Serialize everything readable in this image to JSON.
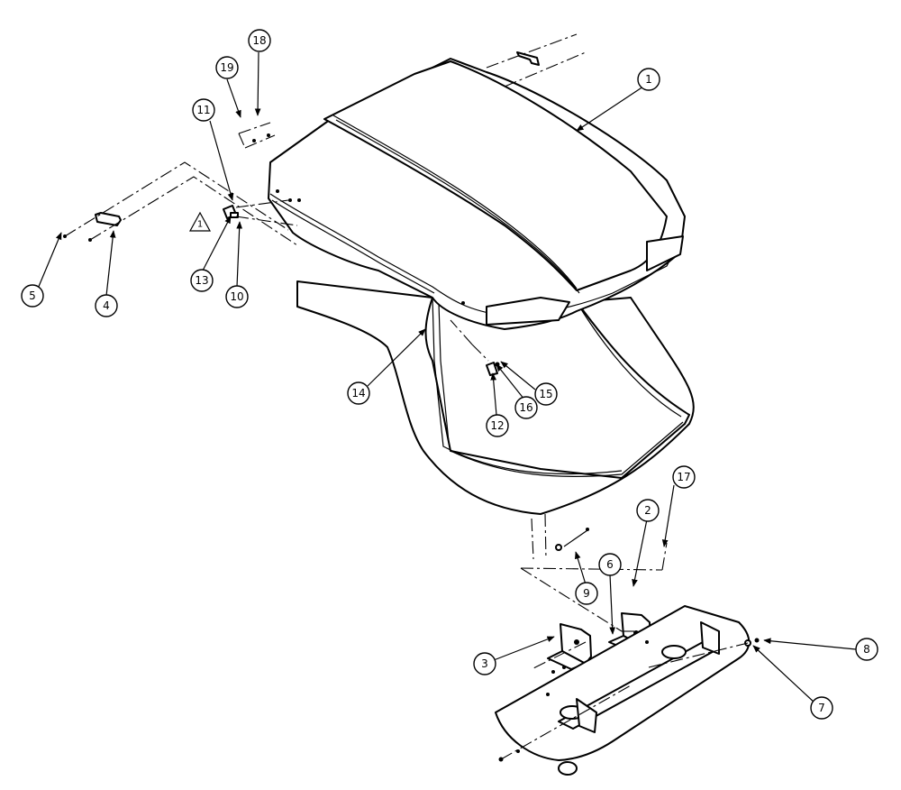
{
  "callouts": [
    "1",
    "2",
    "3",
    "4",
    "5",
    "6",
    "7",
    "8",
    "9",
    "10",
    "11",
    "12",
    "13",
    "14",
    "15",
    "16",
    "17",
    "18",
    "19"
  ],
  "revision_note": "1",
  "colors": {
    "ink": "#000000",
    "paper": "#ffffff"
  }
}
